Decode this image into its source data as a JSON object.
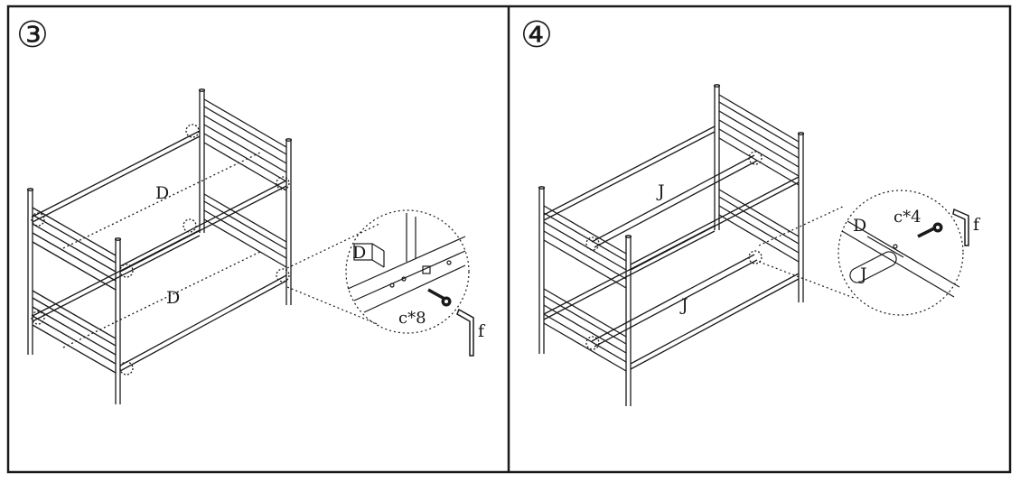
{
  "panels": [
    {
      "step": "③",
      "labels": {
        "upper_rail": "D",
        "lower_rail": "D",
        "bolt_qty": "c*8",
        "tool": "f",
        "detail_part": "D"
      }
    },
    {
      "step": "④",
      "labels": {
        "upper_slat": "J",
        "lower_slat": "J",
        "bolt_qty": "c*4",
        "tool": "f",
        "detail_rail": "D",
        "detail_slat": "J"
      }
    }
  ],
  "colors": {
    "line": "#1a1a1a",
    "background": "#ffffff"
  },
  "icons": [
    "step-3-circle-icon",
    "step-4-circle-icon",
    "allen-key-icon",
    "bolt-icon"
  ]
}
